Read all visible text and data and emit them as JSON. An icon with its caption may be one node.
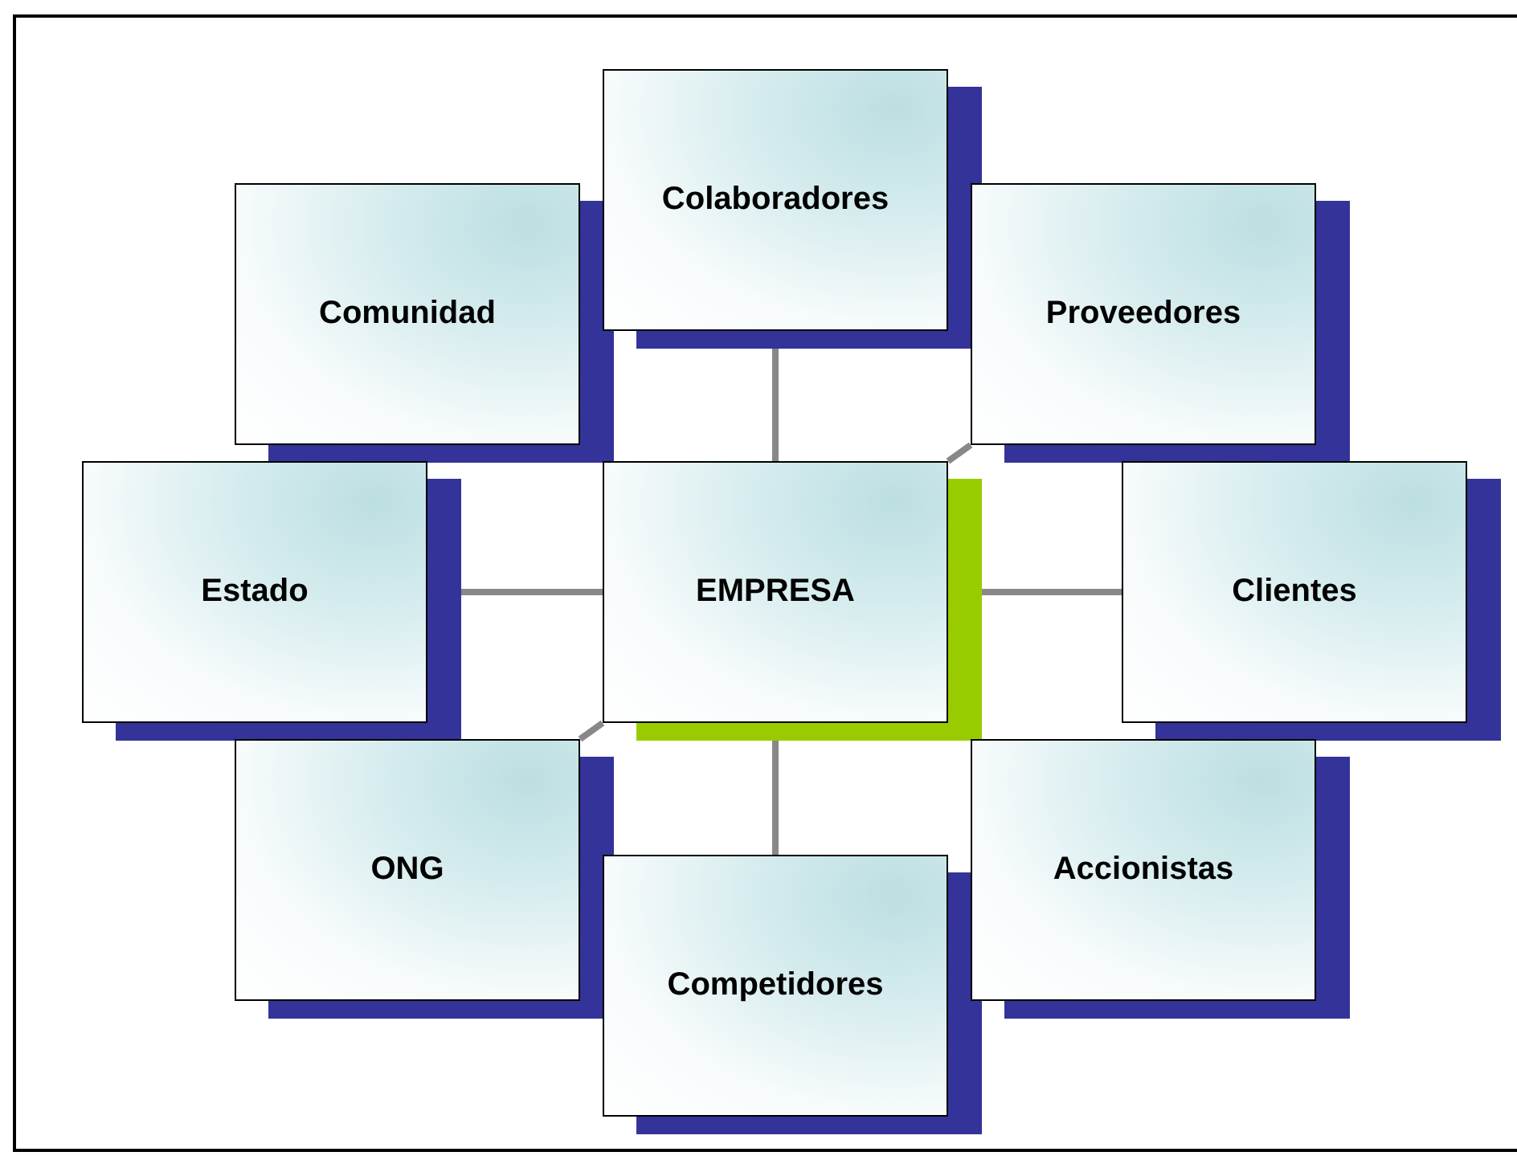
{
  "diagram": {
    "nodes": [
      {
        "text": [
          "Colaboradores"
        ]
      },
      {
        "text": [
          "Comunidad"
        ]
      },
      {
        "text": [
          "Proveedores"
        ]
      },
      {
        "text": [
          "Estado"
        ]
      },
      {
        "text": [
          "EMPRESA"
        ]
      },
      {
        "text": [
          "Clientes"
        ]
      },
      {
        "text": [
          "ONG"
        ]
      },
      {
        "text": [
          "Accionistas"
        ]
      },
      {
        "text": [
          "Competidores"
        ]
      }
    ],
    "edges": [
      {
        "from": 4,
        "to": 0,
        "arrow": "none"
      },
      {
        "from": 4,
        "to": 2,
        "arrow": "none"
      },
      {
        "from": 4,
        "to": 3,
        "arrow": "none"
      },
      {
        "from": 4,
        "to": 5,
        "arrow": "none"
      },
      {
        "from": 4,
        "to": 6,
        "arrow": "none"
      },
      {
        "from": 4,
        "to": 8,
        "arrow": "none"
      }
    ]
  }
}
